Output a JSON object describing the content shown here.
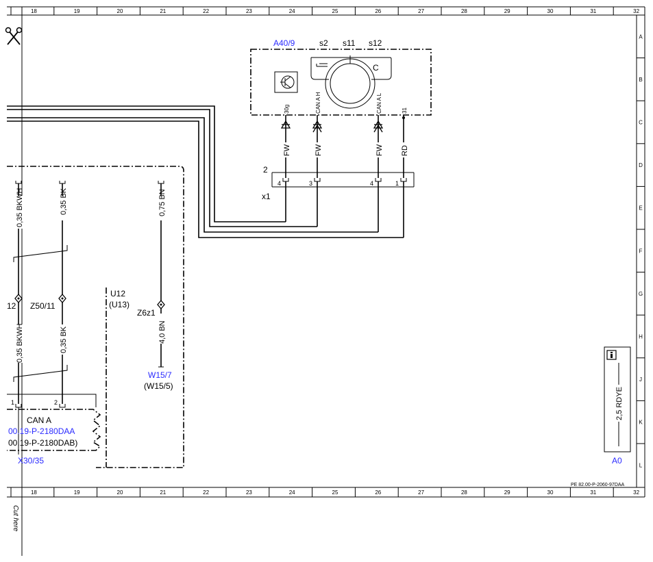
{
  "grid": {
    "columns": [
      "18",
      "19",
      "20",
      "21",
      "22",
      "23",
      "24",
      "25",
      "26",
      "27",
      "28",
      "29",
      "30",
      "31",
      "32"
    ],
    "rows": [
      "A",
      "B",
      "C",
      "D",
      "E",
      "F",
      "G",
      "H",
      "J",
      "K",
      "L"
    ]
  },
  "component_a40": {
    "name": "A40/9",
    "switch_labels": [
      "s2",
      "s11",
      "s12"
    ],
    "knob_label": "C",
    "pins": [
      "30g",
      "CAN A H",
      "CAN A L",
      "31"
    ]
  },
  "wires_right": {
    "colors": [
      "FW",
      "FW",
      "FW",
      "RD"
    ]
  },
  "connector_x1": {
    "number": "2",
    "name": "x1",
    "pins": [
      "4",
      "3",
      "4",
      "1"
    ]
  },
  "left_wires": {
    "top1": "0,35 BKWH",
    "top2": "0,35 BK",
    "top3": "0,75 BN",
    "mid1": "0,35 BKWH",
    "mid2": "0,35 BK",
    "mid3": "4,0 BN"
  },
  "splices": {
    "left": "12",
    "z50": "Z50/11",
    "z6": "Z6z1"
  },
  "unit_u12": {
    "name": "U12",
    "alt": "(U13)"
  },
  "ground": {
    "name": "W15/7",
    "alt": "(W15/5)"
  },
  "bottom_conn": {
    "pins": [
      "1",
      "2"
    ],
    "can_label": "CAN A",
    "ref1": "00.19-P-2180DAA",
    "ref2": "00.19-P-2180DAB)",
    "name": "X30/35"
  },
  "legend": {
    "wire": "2,5 RDYE",
    "name": "A0",
    "info_icon": "info-icon"
  },
  "footer": {
    "doc_code": "PE 82.00-P-2060-97DAA"
  },
  "cut_text": "Cut here",
  "icons": {
    "scissors": "scissors-icon"
  },
  "colors": {
    "link_blue": "#2a2aff",
    "line": "#000000"
  }
}
